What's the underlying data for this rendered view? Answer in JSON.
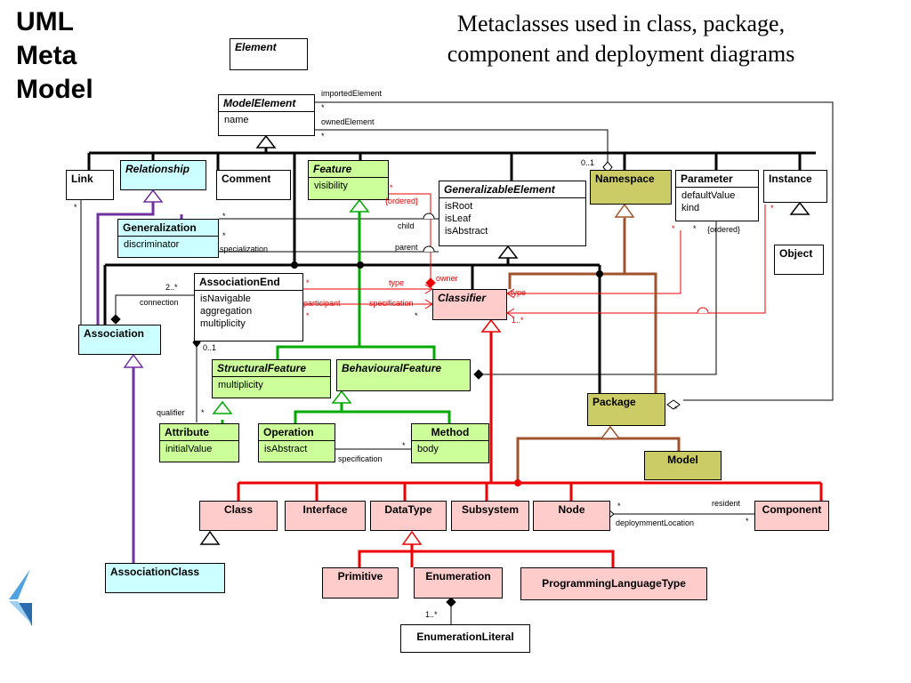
{
  "title_side": [
    "UML",
    "Meta",
    "Model"
  ],
  "title_main": [
    "Metaclasses used in class, package,",
    "component and deployment diagrams"
  ],
  "classes": {
    "element": {
      "name": "Element"
    },
    "model_element": {
      "name": "ModelElement",
      "attrs": [
        "name"
      ]
    },
    "link": {
      "name": "Link"
    },
    "relationship": {
      "name": "Relationship"
    },
    "comment": {
      "name": "Comment"
    },
    "feature": {
      "name": "Feature",
      "attrs": [
        "visibility"
      ]
    },
    "generalizable_element": {
      "name": "GeneralizableElement",
      "attrs": [
        "isRoot",
        "isLeaf",
        "isAbstract"
      ]
    },
    "namespace": {
      "name": "Namespace"
    },
    "parameter": {
      "name": "Parameter",
      "attrs": [
        "defaultValue",
        "kind"
      ]
    },
    "instance": {
      "name": "Instance"
    },
    "object": {
      "name": "Object"
    },
    "generalization": {
      "name": "Generalization",
      "attrs": [
        "discriminator"
      ]
    },
    "association_end": {
      "name": "AssociationEnd",
      "attrs": [
        "isNavigable",
        "aggregation",
        "multiplicity"
      ]
    },
    "classifier": {
      "name": "Classifier"
    },
    "association": {
      "name": "Association"
    },
    "structural_feature": {
      "name": "StructuralFeature",
      "attrs": [
        "multiplicity"
      ]
    },
    "behavioural_feature": {
      "name": "BehaviouralFeature"
    },
    "package": {
      "name": "Package"
    },
    "attribute": {
      "name": "Attribute",
      "attrs": [
        "initialValue"
      ]
    },
    "operation": {
      "name": "Operation",
      "attrs": [
        "isAbstract"
      ]
    },
    "method": {
      "name": "Method",
      "attrs": [
        "body"
      ]
    },
    "model": {
      "name": "Model"
    },
    "class": {
      "name": "Class"
    },
    "interface": {
      "name": "Interface"
    },
    "datatype": {
      "name": "DataType"
    },
    "subsystem": {
      "name": "Subsystem"
    },
    "node": {
      "name": "Node"
    },
    "component": {
      "name": "Component"
    },
    "association_class": {
      "name": "AssociationClass"
    },
    "primitive": {
      "name": "Primitive"
    },
    "enumeration": {
      "name": "Enumeration"
    },
    "programming_language_type": {
      "name": "ProgrammingLanguageType"
    },
    "enumeration_literal": {
      "name": "EnumerationLiteral"
    }
  },
  "labels": {
    "imported_element": "importedElement",
    "imported_star": "*",
    "owned_element": "ownedElement",
    "owned_star": "*",
    "ns_mult": "0..1",
    "link_star": "*",
    "gen_star1": "*",
    "gen_star2": "*",
    "child": "child",
    "parent": "parent",
    "specialization": "specialization",
    "feature_star": "*",
    "ordered1": "{ordered}",
    "owner": "owner",
    "param_star_red": "*",
    "param_star": "*",
    "ordered2": "{ordered}",
    "instance_star": "*",
    "conn_mult": "2..*",
    "connection": "connection",
    "ae_star1": "*",
    "type1": "type",
    "participant": "participant",
    "specification1": "specification",
    "ae_star2": "*",
    "type2": "type",
    "one_many": "1..*",
    "zero_one": "0..1",
    "qualifier": "qualifier",
    "qual_star": "*",
    "pkg_star": "*",
    "spec_star": "*",
    "specification2": "specification",
    "resident": "resident",
    "node_star": "*",
    "deployment_location": "deploymmentLocation",
    "comp_star": "*",
    "enum_mult": "1..*"
  },
  "colors": {
    "cyan": "#ccffff",
    "green": "#ccff99",
    "olive": "#cccc66",
    "pink": "#ffcccc",
    "green_line": "#00aa00",
    "red_line": "#ee0000",
    "brown_line": "#a0522d",
    "purple_line": "#7030a0"
  }
}
